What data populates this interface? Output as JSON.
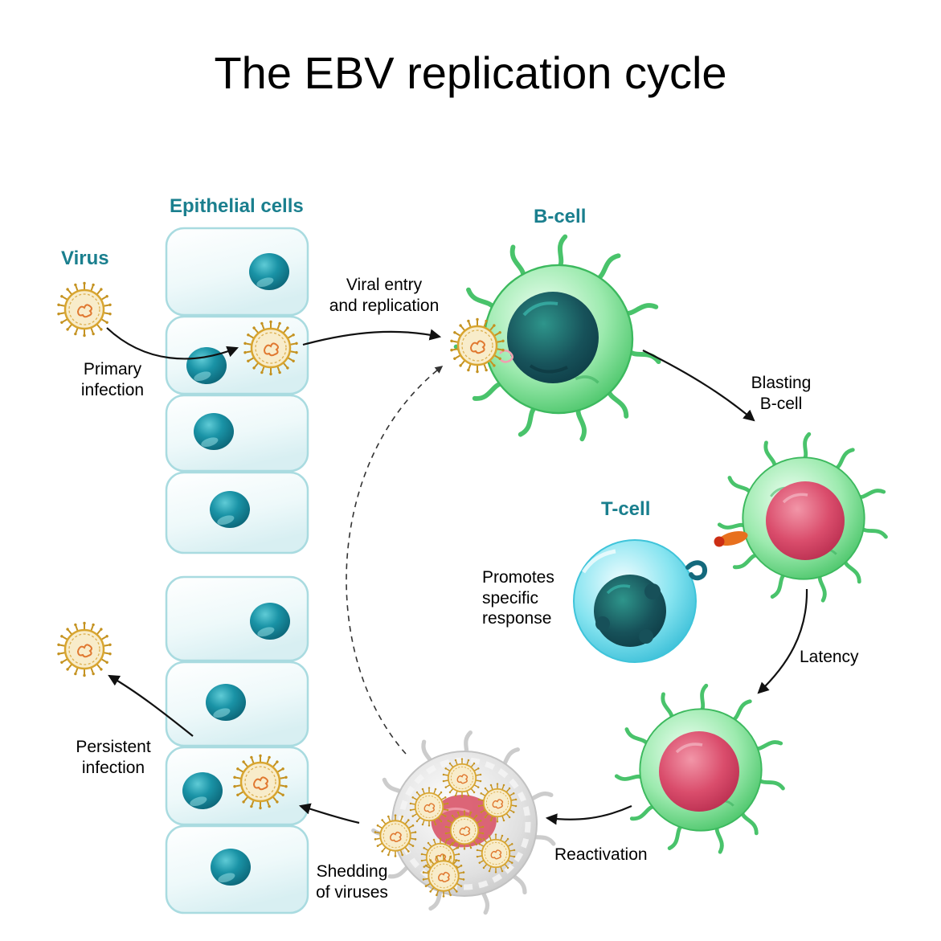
{
  "title": "The EBV replication cycle",
  "labels": {
    "epithelial_cells": "Epithelial cells",
    "virus": "Virus",
    "primary_infection": "Primary\ninfection",
    "viral_entry": "Viral entry\nand replication",
    "b_cell": "B-cell",
    "blasting_b_cell": "Blasting\nB-cell",
    "t_cell": "T-cell",
    "promotes_specific_response": "Promotes\nspecific\nresponse",
    "latency": "Latency",
    "reactivation": "Reactivation",
    "shedding_of_viruses": "Shedding\nof viruses",
    "persistent_infection": "Persistent\ninfection"
  },
  "colors": {
    "accent_teal": "#1a7f8e",
    "text_black": "#000000",
    "cell_green": "#4ec768",
    "nucleus_teal": "#0f6f80",
    "nucleus_red": "#d64868",
    "t_cell_cyan": "#55d2e6",
    "virus_gold": "#d9a62e",
    "epithelial_fill": "#e2f4f6",
    "reactivation_gray": "#d6d6d6"
  }
}
